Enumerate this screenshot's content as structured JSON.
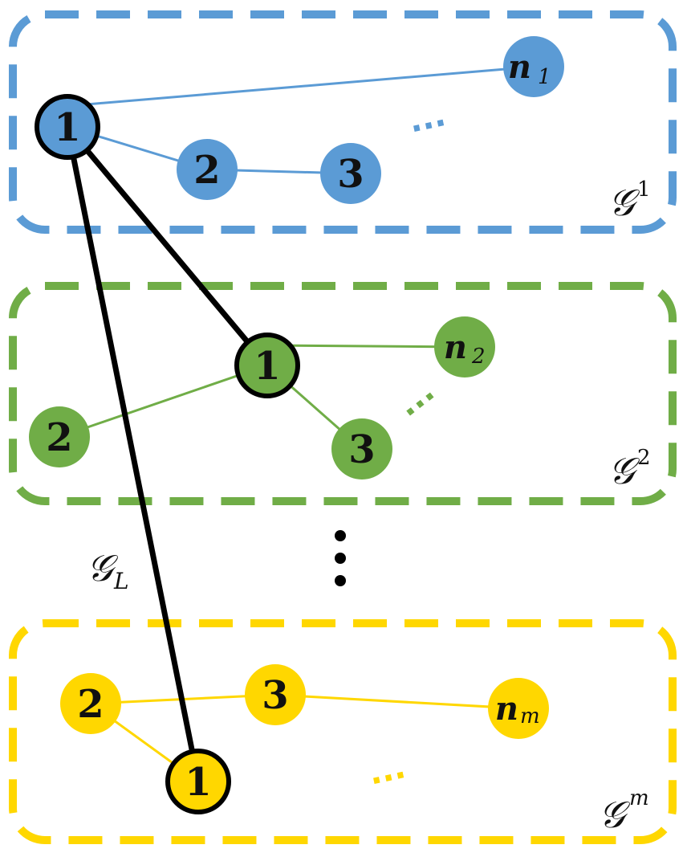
{
  "colors": {
    "blue": "#5b9bd5",
    "green": "#70ad47",
    "yellow": "#ffd700",
    "link": "#000000"
  },
  "graphs": {
    "g1": {
      "label": "𝒢",
      "sup": "1",
      "nodes": {
        "n1": "1",
        "n2": "2",
        "n3": "3",
        "nn_main": "n",
        "nn_sub": "1"
      },
      "ellipsis": "···"
    },
    "g2": {
      "label": "𝒢",
      "sup": "2",
      "nodes": {
        "n1": "1",
        "n2": "2",
        "n3": "3",
        "nn_main": "n",
        "nn_sub": "2"
      },
      "ellipsis": "···"
    },
    "gm": {
      "label": "𝒢",
      "sup": "m",
      "nodes": {
        "n1": "1",
        "n2": "2",
        "n3": "3",
        "nn_main": "n",
        "nn_sub": "m"
      },
      "ellipsis": "···"
    }
  },
  "link_graph": {
    "label": "𝒢",
    "sub": "L"
  },
  "vertical_ellipsis": "⋮"
}
